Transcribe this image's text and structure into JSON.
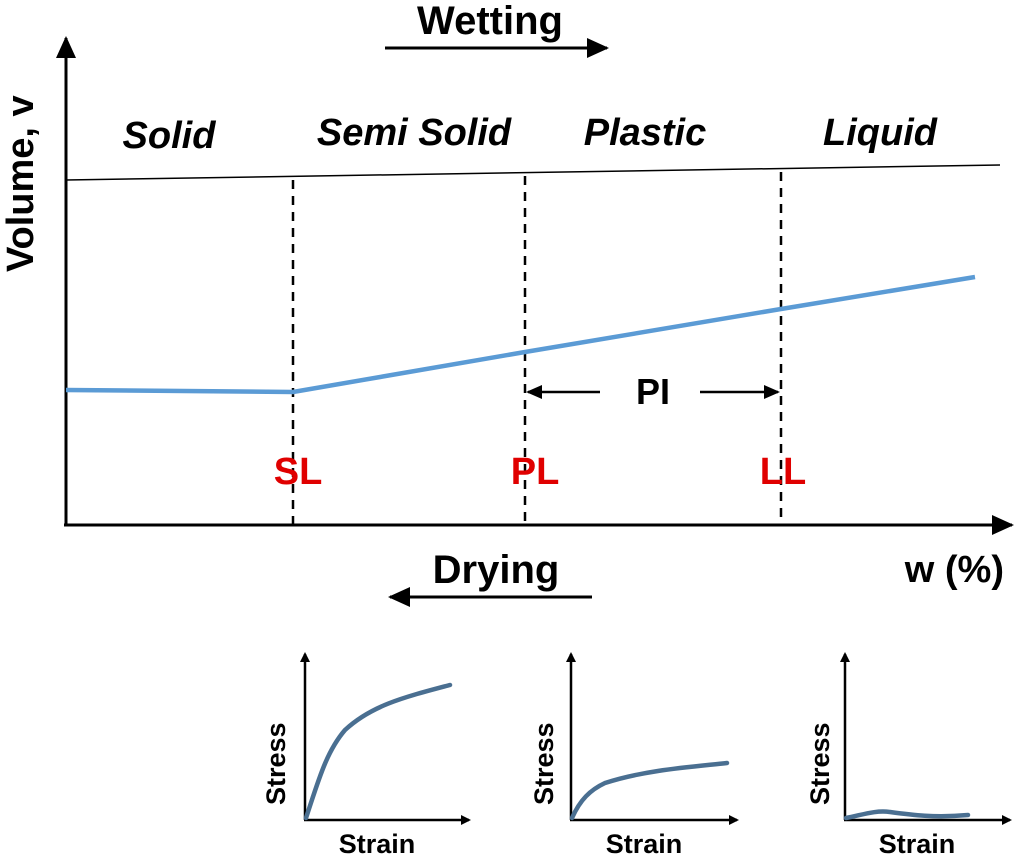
{
  "diagram": {
    "y_axis_label": "Volume, v",
    "x_axis_label": "w (%)",
    "wetting_label": "Wetting",
    "drying_label": "Drying",
    "states": [
      "Solid",
      "Semi Solid",
      "Plastic",
      "Liquid"
    ],
    "limits": [
      "SL",
      "PL",
      "LL"
    ],
    "index_label": "PI",
    "colors": {
      "curve": "#5b9bd5",
      "limits": "#e00000",
      "mini_curve": "#4a6f91",
      "ink": "#000000"
    },
    "mini_plots": [
      {
        "ylabel": "Stress",
        "xlabel": "Strain",
        "stage": "semi-solid"
      },
      {
        "ylabel": "Stress",
        "xlabel": "Strain",
        "stage": "plastic"
      },
      {
        "ylabel": "Stress",
        "xlabel": "Strain",
        "stage": "liquid"
      }
    ]
  }
}
